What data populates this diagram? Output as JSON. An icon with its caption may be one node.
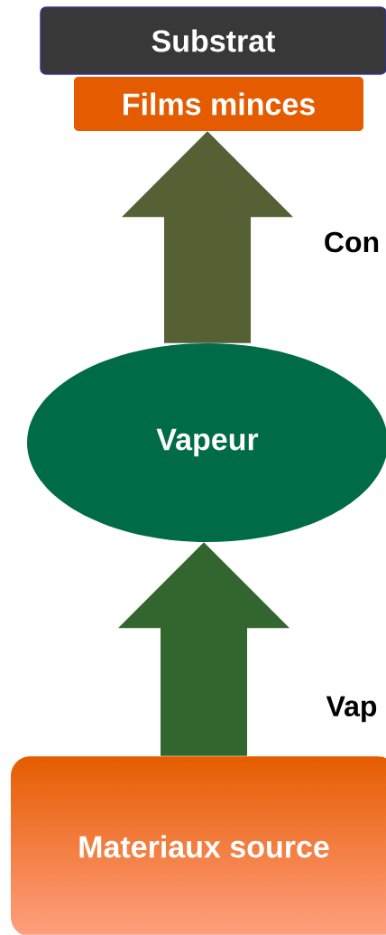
{
  "diagram": {
    "nodes": [
      {
        "text": [
          "Substrat"
        ]
      },
      {
        "text": [
          "Films minces"
        ]
      },
      {
        "text": [
          "Vapeur"
        ]
      },
      {
        "text": [
          "Materiaux source"
        ]
      }
    ],
    "edges": [
      {
        "from": 3,
        "to": 2,
        "arrow": "to",
        "label": "Vap"
      },
      {
        "from": 2,
        "to": 1,
        "arrow": "to",
        "label": "Con"
      }
    ]
  }
}
